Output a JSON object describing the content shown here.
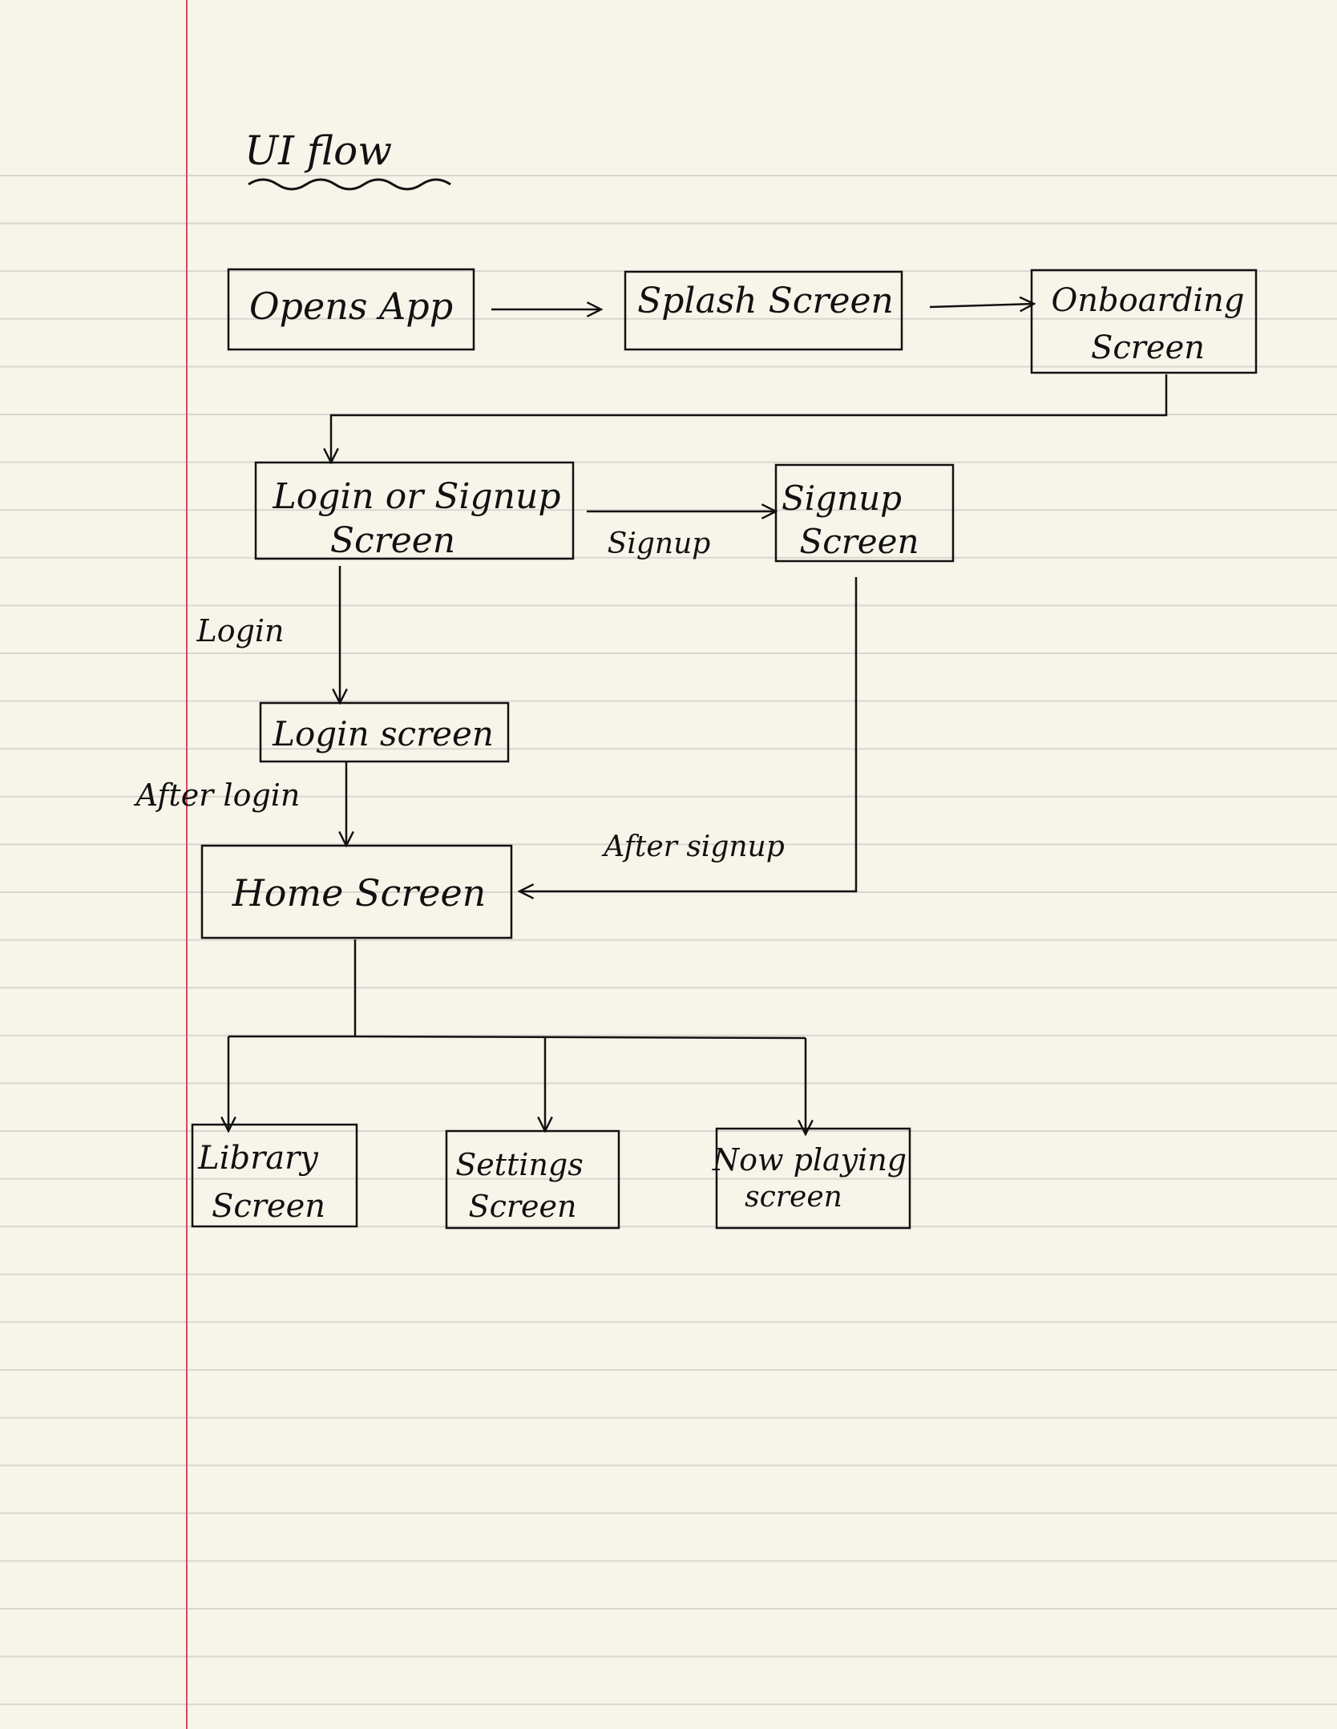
{
  "title": "UI flow",
  "nodes": [
    {
      "id": "opens-app",
      "lines": [
        "Opens App"
      ]
    },
    {
      "id": "splash-screen",
      "lines": [
        "Splash Screen"
      ]
    },
    {
      "id": "onboarding-screen",
      "lines": [
        "Onboarding",
        "Screen"
      ]
    },
    {
      "id": "login-or-signup-screen",
      "lines": [
        "Login or Signup",
        "Screen"
      ]
    },
    {
      "id": "signup-screen",
      "lines": [
        "Signup",
        "Screen"
      ]
    },
    {
      "id": "login-screen",
      "lines": [
        "Login screen"
      ]
    },
    {
      "id": "home-screen",
      "lines": [
        "Home Screen"
      ]
    },
    {
      "id": "library-screen",
      "lines": [
        "Library",
        "Screen"
      ]
    },
    {
      "id": "settings-screen",
      "lines": [
        "Settings",
        "Screen"
      ]
    },
    {
      "id": "now-playing-screen",
      "lines": [
        "Now playing",
        "screen"
      ]
    }
  ],
  "edges": [
    {
      "from": "opens-app",
      "to": "splash-screen",
      "label": ""
    },
    {
      "from": "splash-screen",
      "to": "onboarding-screen",
      "label": ""
    },
    {
      "from": "onboarding-screen",
      "to": "login-or-signup-screen",
      "label": ""
    },
    {
      "from": "login-or-signup-screen",
      "to": "signup-screen",
      "label": "Signup"
    },
    {
      "from": "login-or-signup-screen",
      "to": "login-screen",
      "label": "Login"
    },
    {
      "from": "login-screen",
      "to": "home-screen",
      "label": "After login"
    },
    {
      "from": "signup-screen",
      "to": "home-screen",
      "label": "After signup"
    },
    {
      "from": "home-screen",
      "to": "library-screen",
      "label": ""
    },
    {
      "from": "home-screen",
      "to": "settings-screen",
      "label": ""
    },
    {
      "from": "home-screen",
      "to": "now-playing-screen",
      "label": ""
    }
  ],
  "colors": {
    "paper": "#f7f5ea",
    "rule_line": "#d9d6cf",
    "margin_line": "#d9475a",
    "ink": "#111111"
  }
}
